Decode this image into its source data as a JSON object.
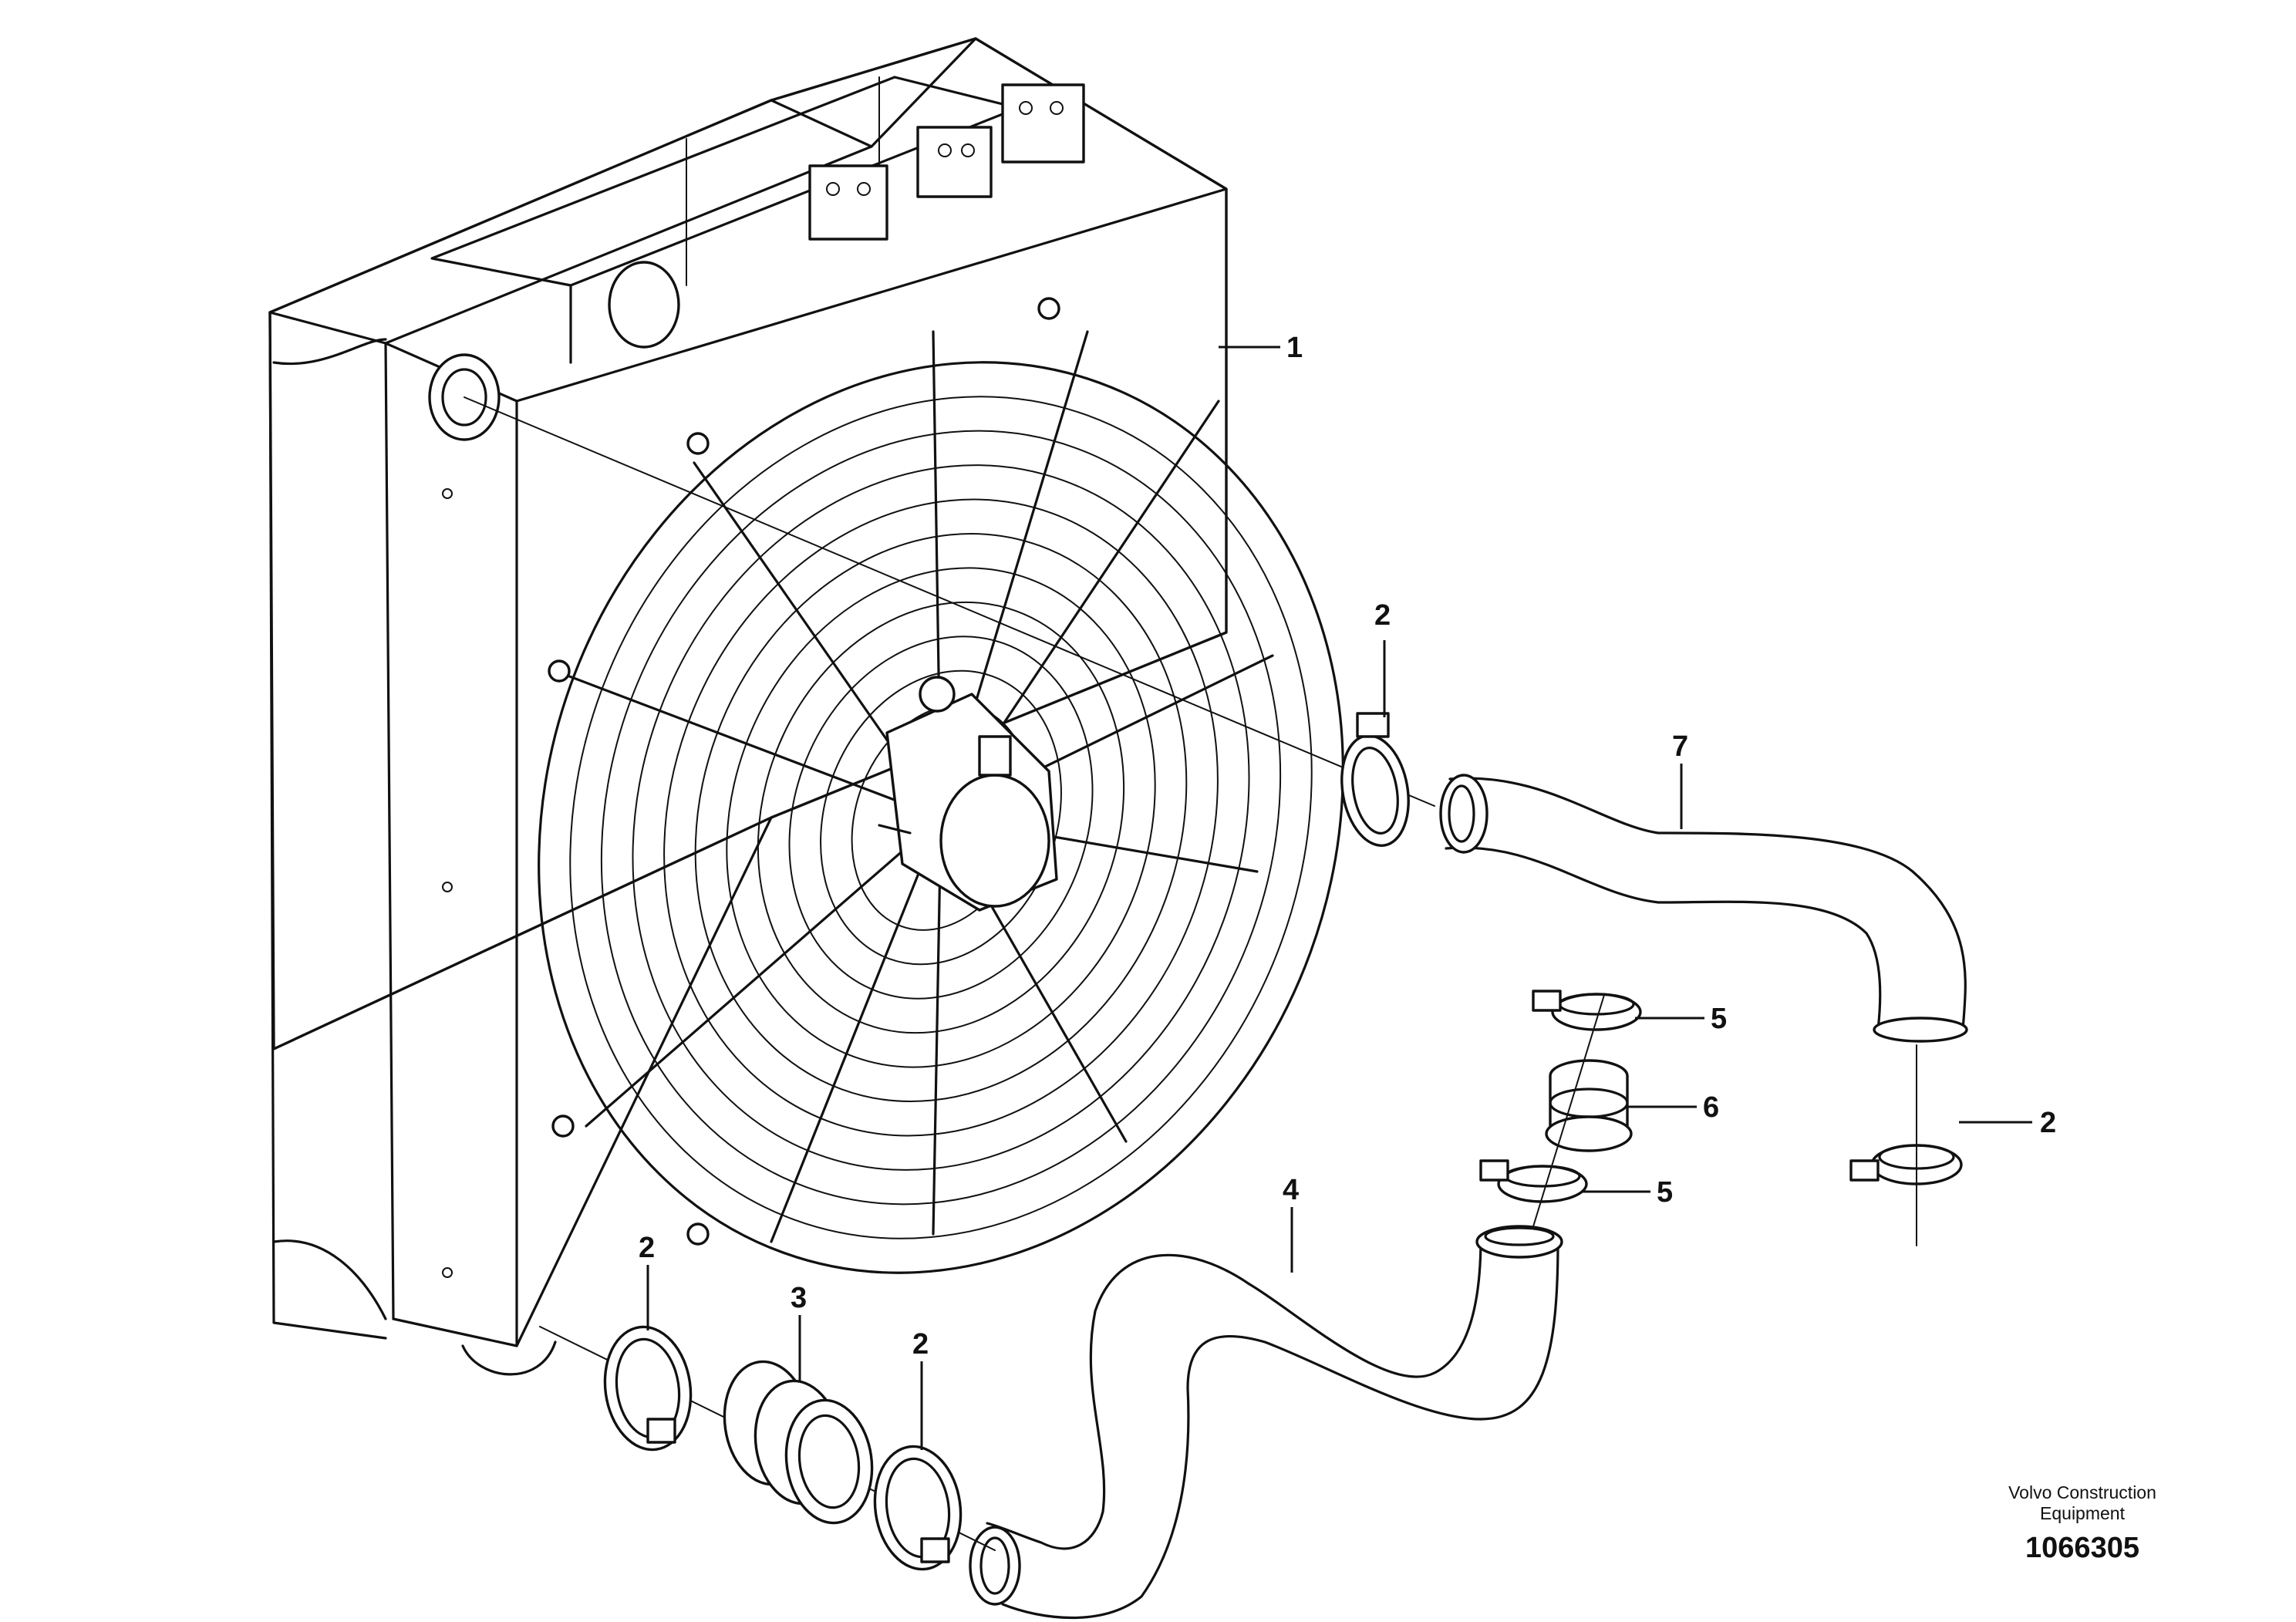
{
  "callouts": {
    "c1": "1",
    "c2a": "2",
    "c7": "7",
    "c5a": "5",
    "c6": "6",
    "c2b": "2",
    "c5b": "5",
    "c4": "4",
    "c2c": "2",
    "c3": "3",
    "c2d": "2"
  },
  "publisher": "Volvo Construction Equipment",
  "drawing_number": "1066305"
}
